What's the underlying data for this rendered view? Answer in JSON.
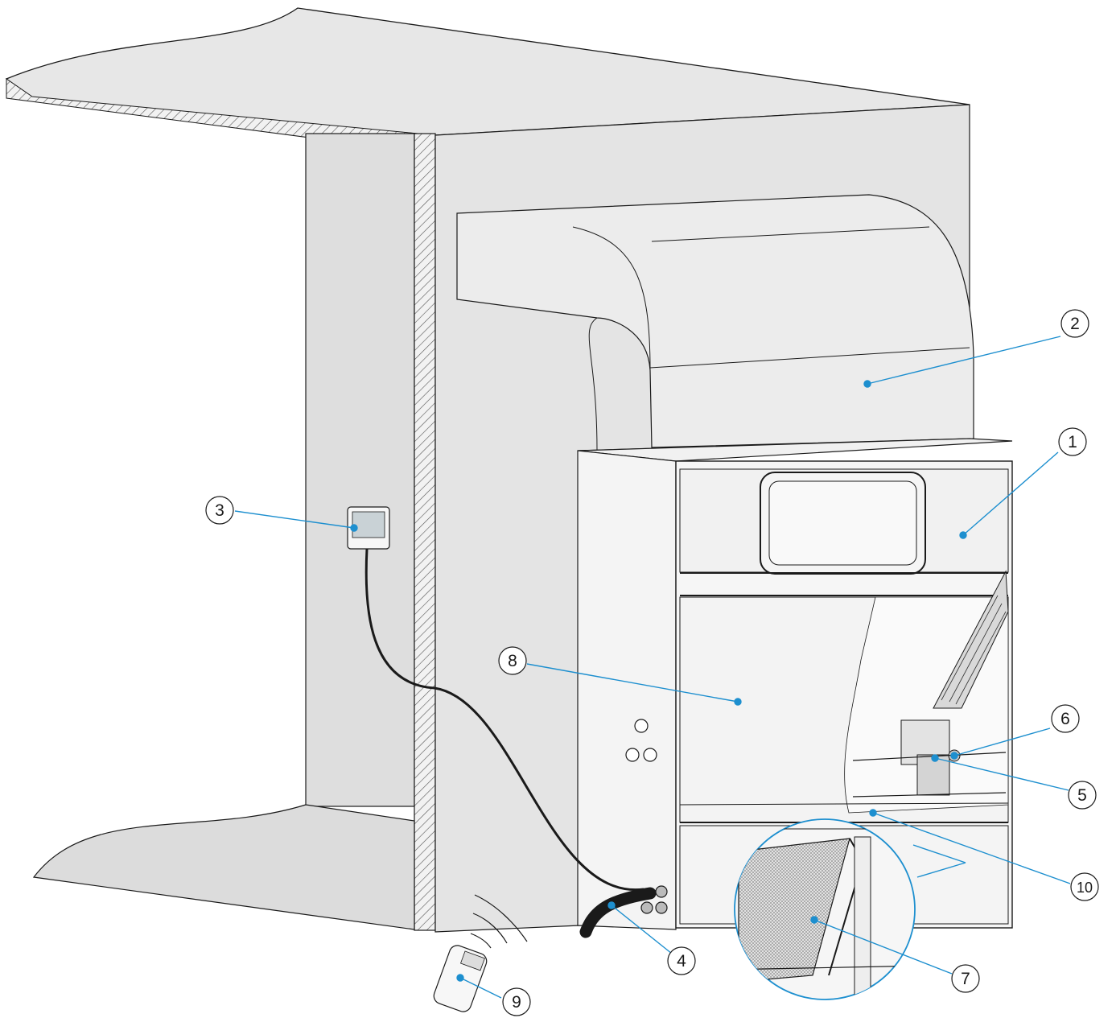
{
  "colors": {
    "leader": "#1d8fcf",
    "wall": "#e6e6e6",
    "wall_shadow": "#d2d2d2",
    "duct": "#ececec",
    "unit_panel": "#f3f3f3",
    "outline": "#1a1a1a"
  },
  "icons": [
    "wireless-signal-icon",
    "remote-controller-icon",
    "wired-controller-icon"
  ],
  "callouts": [
    {
      "id": "callout-1",
      "number": "1"
    },
    {
      "id": "callout-2",
      "number": "2"
    },
    {
      "id": "callout-3",
      "number": "3"
    },
    {
      "id": "callout-4",
      "number": "4"
    },
    {
      "id": "callout-5",
      "number": "5"
    },
    {
      "id": "callout-6",
      "number": "6"
    },
    {
      "id": "callout-7",
      "number": "7"
    },
    {
      "id": "callout-8",
      "number": "8"
    },
    {
      "id": "callout-9",
      "number": "9"
    },
    {
      "id": "callout-10",
      "number": "10"
    }
  ]
}
